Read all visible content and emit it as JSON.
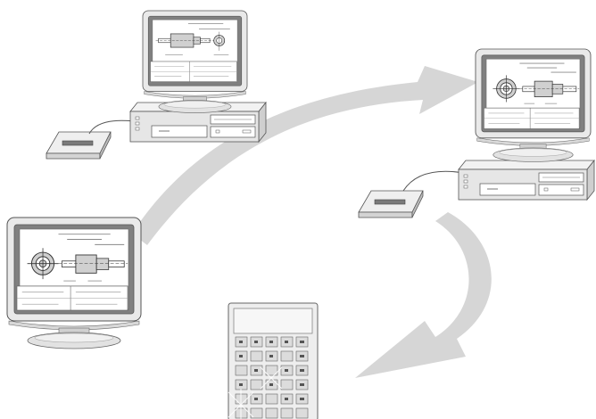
{
  "diagram": {
    "nodes": [
      {
        "name": "workstation-top-center",
        "parts": [
          "monitor",
          "cad-drawing-shaft-side-view",
          "desktop-tower",
          "disk-drive-device"
        ]
      },
      {
        "name": "workstation-right",
        "parts": [
          "monitor",
          "cad-drawing-shaft-front-and-side-view",
          "desktop-tower",
          "disk-drive-device"
        ]
      },
      {
        "name": "monitor-left",
        "parts": [
          "monitor",
          "cad-drawing-shaft-front-and-side-view"
        ]
      },
      {
        "name": "cnc-control-panel",
        "parts": [
          "display-area",
          "keypad"
        ]
      }
    ],
    "flows": [
      {
        "from": "monitor-left",
        "to": "workstation-right",
        "style": "curved-arrow"
      },
      {
        "from": "workstation-right",
        "to": "cnc-control-panel",
        "style": "curved-arrow"
      }
    ],
    "colors": {
      "arrow": "#d6d6d6",
      "screen": "#808080",
      "paper": "#ffffff",
      "outline": "#444444",
      "case": "#e6e6e6"
    }
  }
}
